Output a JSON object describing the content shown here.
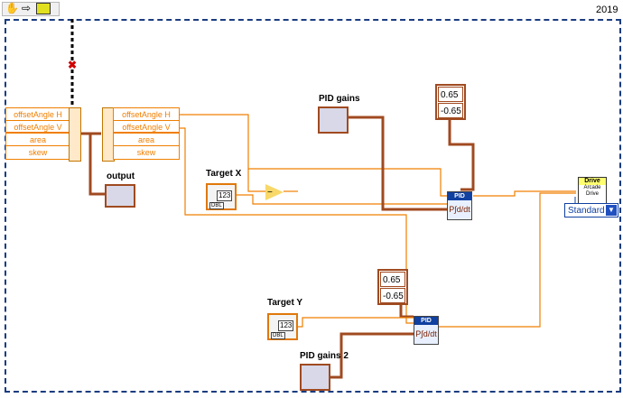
{
  "toolbar": {
    "icons": [
      "hand-icon",
      "arrow-icon",
      "run-arrow-icon"
    ]
  },
  "header": {
    "year": "2019"
  },
  "clusters": {
    "left": [
      "offsetAngle H",
      "offsetAngle V",
      "area",
      "skew"
    ],
    "right": [
      "offsetAngle H",
      "offsetAngle V",
      "area",
      "skew"
    ]
  },
  "labels": {
    "output": "output",
    "target_x": "Target X",
    "target_y": "Target Y",
    "pid_gains": "PID gains",
    "pid_gains_2": "PID gains 2"
  },
  "controls": {
    "num_tag": "123",
    "dbl_tag": "DBL"
  },
  "constants": {
    "top": [
      "0.65",
      "-0.65"
    ],
    "bottom": [
      "0.65",
      "-0.65"
    ]
  },
  "pid": {
    "title": "PID",
    "symbol": "P∫d/dt"
  },
  "drive": {
    "title": "Drive",
    "line1": "Arcade",
    "line2": "Drive"
  },
  "ring": {
    "value": "Standard"
  },
  "colors": {
    "wire": "#f07f00",
    "frame": "#1a3c80",
    "cluster_wire": "#a04a20"
  }
}
